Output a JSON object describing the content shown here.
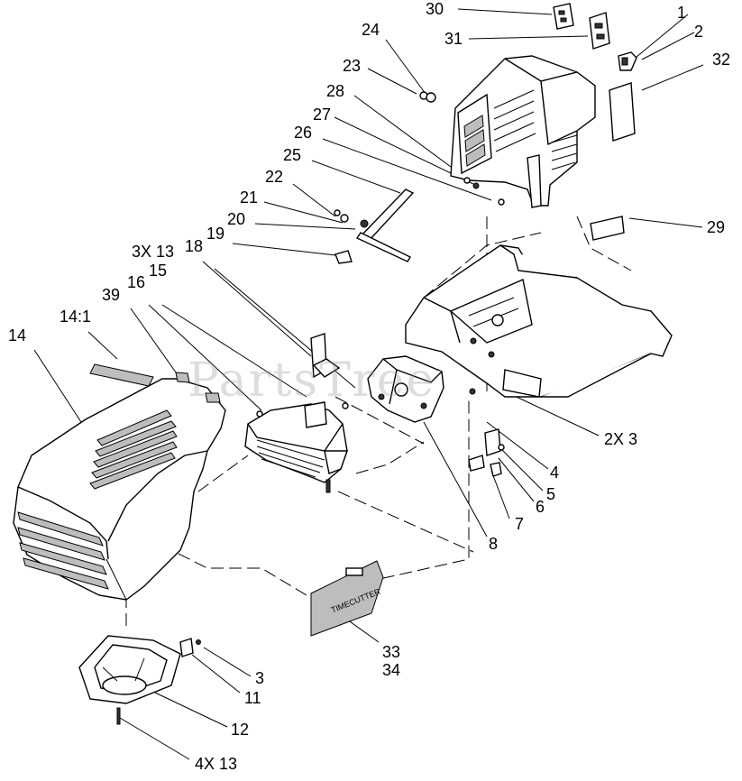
{
  "watermark": "PartsTree",
  "decal_text": "TIMECUTTER",
  "callouts": [
    {
      "id": "c30",
      "text": "30"
    },
    {
      "id": "c1",
      "text": "1"
    },
    {
      "id": "c31",
      "text": "31"
    },
    {
      "id": "c2",
      "text": "2"
    },
    {
      "id": "c24",
      "text": "24"
    },
    {
      "id": "c32",
      "text": "32"
    },
    {
      "id": "c23",
      "text": "23"
    },
    {
      "id": "c28",
      "text": "28"
    },
    {
      "id": "c27",
      "text": "27"
    },
    {
      "id": "c26",
      "text": "26"
    },
    {
      "id": "c25",
      "text": "25"
    },
    {
      "id": "c22",
      "text": "22"
    },
    {
      "id": "c21",
      "text": "21"
    },
    {
      "id": "c20",
      "text": "20"
    },
    {
      "id": "c29",
      "text": "29"
    },
    {
      "id": "c3x13",
      "text": "3X 13"
    },
    {
      "id": "c18",
      "text": "18"
    },
    {
      "id": "c19",
      "text": "19"
    },
    {
      "id": "c39",
      "text": "39"
    },
    {
      "id": "c16",
      "text": "16"
    },
    {
      "id": "c15",
      "text": "15"
    },
    {
      "id": "c14_1",
      "text": "14:1"
    },
    {
      "id": "c14",
      "text": "14"
    },
    {
      "id": "c2x3",
      "text": "2X 3"
    },
    {
      "id": "c4",
      "text": "4"
    },
    {
      "id": "c5",
      "text": "5"
    },
    {
      "id": "c6",
      "text": "6"
    },
    {
      "id": "c7",
      "text": "7"
    },
    {
      "id": "c8",
      "text": "8"
    },
    {
      "id": "c33",
      "text": "33"
    },
    {
      "id": "c34",
      "text": "34"
    },
    {
      "id": "c3",
      "text": "3"
    },
    {
      "id": "c11",
      "text": "11"
    },
    {
      "id": "c12",
      "text": "12"
    },
    {
      "id": "c4x13",
      "text": "4X 13"
    }
  ]
}
